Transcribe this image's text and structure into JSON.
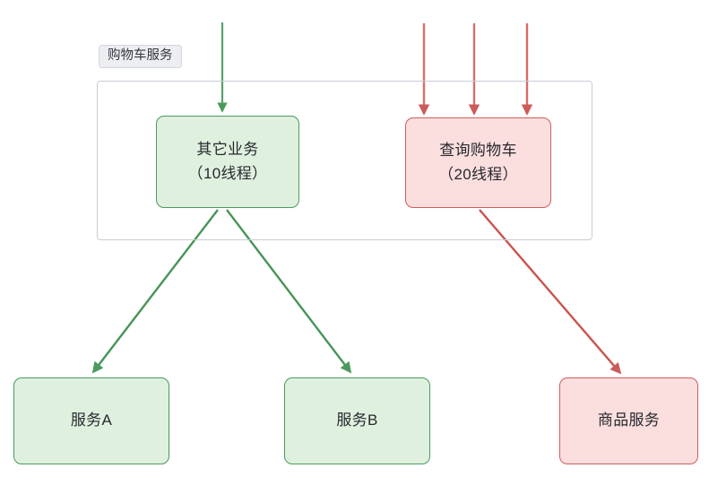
{
  "diagram": {
    "title_label": "购物车服务",
    "colors": {
      "green_stroke": "#4a9a5e",
      "green_fill": "#dff0df",
      "red_stroke": "#d05d5d",
      "red_fill": "#fbdede",
      "container_stroke": "#c9ccd4",
      "label_fill": "#eceef2",
      "text": "#27292e"
    },
    "nodes": [
      {
        "id": "other-business",
        "line1": "其它业务",
        "line2": "（10线程）",
        "color": "green"
      },
      {
        "id": "query-cart",
        "line1": "查询购物车",
        "line2": "（20线程）",
        "color": "red"
      },
      {
        "id": "service-a",
        "line1": "服务A",
        "line2": "",
        "color": "green"
      },
      {
        "id": "service-b",
        "line1": "服务B",
        "line2": "",
        "color": "green"
      },
      {
        "id": "product-service",
        "line1": "商品服务",
        "line2": "",
        "color": "red"
      }
    ],
    "edges": [
      {
        "id": "in-other-business",
        "from": "inbound-request",
        "to": "other-business",
        "color": "green",
        "count": 1
      },
      {
        "id": "in-query-cart-1",
        "from": "inbound-request",
        "to": "query-cart",
        "color": "red",
        "count": 3
      },
      {
        "id": "other-to-service-a",
        "from": "other-business",
        "to": "service-a",
        "color": "green"
      },
      {
        "id": "other-to-service-b",
        "from": "other-business",
        "to": "service-b",
        "color": "green"
      },
      {
        "id": "query-to-product",
        "from": "query-cart",
        "to": "product-service",
        "color": "red"
      }
    ]
  }
}
